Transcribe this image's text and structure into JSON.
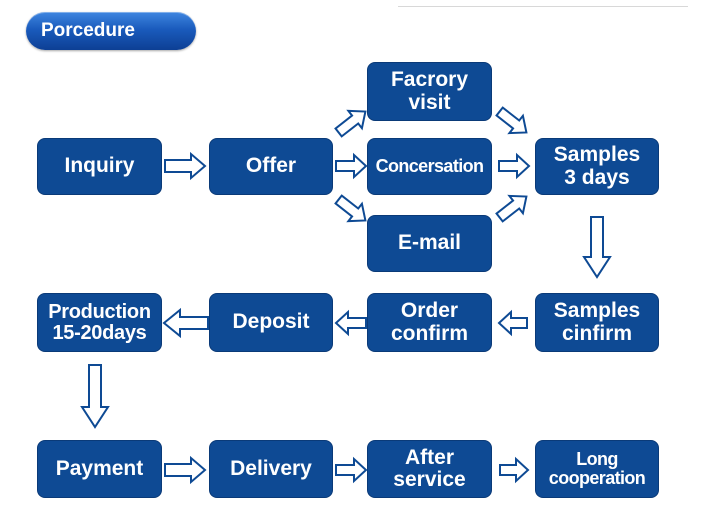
{
  "header": {
    "title": "Porcedure"
  },
  "nodes": {
    "inquiry": "Inquiry",
    "offer": "Offer",
    "factory_visit": "Facrory\nvisit",
    "conversation": "Concersation",
    "email": "E-mail",
    "samples": "Samples\n3 days",
    "samples_confirm": "Samples\ncinfirm",
    "order_confirm": "Order\nconfirm",
    "deposit": "Deposit",
    "production": "Production\n15-20days",
    "payment": "Payment",
    "delivery": "Delivery",
    "after_service": "After\nservice",
    "long_cooperation": "Long\ncooperation"
  },
  "colors": {
    "box": "#0e4a94",
    "arrow_stroke": "#0e4a94",
    "arrow_fill": "#ffffff"
  },
  "icons": {
    "flow_arrow": "hollow-block-arrow"
  }
}
